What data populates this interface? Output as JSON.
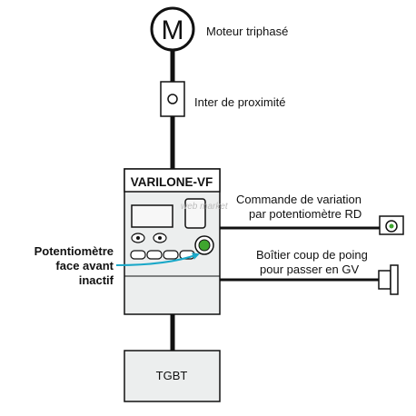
{
  "motor": {
    "symbol": "M",
    "label": "Moteur triphasé"
  },
  "proximity_switch": {
    "label": "Inter de proximité"
  },
  "drive": {
    "name": "VARILONE-VF"
  },
  "remote_control": {
    "line1": "Commande de variation",
    "line2": "par potentiomètre RD"
  },
  "emergency_stop": {
    "line1": "Boîtier coup de poing",
    "line2": "pour passer en GV"
  },
  "front_pot": {
    "line1": "Potentiomètre",
    "line2": "face avant",
    "line3": "inactif"
  },
  "panel": {
    "label": "TGBT"
  },
  "watermark": "web market",
  "colors": {
    "line": "#111111",
    "drive_top": "#ffffff",
    "drive_body": "#eceeee",
    "callout_arrow": "#1aa8c8",
    "pot_knob": "#3fa62f"
  }
}
